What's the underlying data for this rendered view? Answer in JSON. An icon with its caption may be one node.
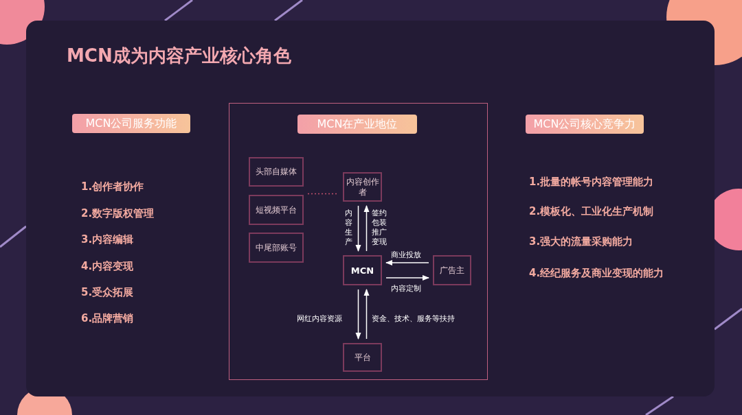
{
  "diagram": {
    "title": "MCN成为内容产业核心角色",
    "nodes": [
      {
        "text": [
          "MCN公司服务功能"
        ]
      },
      {
        "text": [],
        "shape": "box"
      },
      {
        "text": [
          "MCN在产业地位"
        ],
        "in": 1
      },
      {
        "text": [
          "MCN公司核心竞争力"
        ]
      },
      {
        "text": [
          "头部自媒体"
        ],
        "in": 1
      },
      {
        "text": [
          "短视频平台"
        ],
        "in": 1
      },
      {
        "text": [
          "中尾部账号"
        ],
        "in": 1
      },
      {
        "text": [
          "内容创作者"
        ],
        "in": 1
      },
      {
        "text": [
          "MCN"
        ],
        "in": 1
      },
      {
        "text": [
          "广告主"
        ],
        "in": 1
      },
      {
        "text": [
          "平台"
        ],
        "in": 1
      }
    ],
    "edges": [
      {
        "from": 4,
        "to": 7,
        "arrow": "none",
        "style": "dashed",
        "color": "#c0506e"
      },
      {
        "from": 7,
        "to": 8,
        "arrow": "to",
        "label": "内容生产"
      },
      {
        "from": 8,
        "to": 7,
        "arrow": "to",
        "label": "签约包装推广变现"
      },
      {
        "from": 9,
        "to": 8,
        "arrow": "to",
        "label": "商业投放"
      },
      {
        "from": 8,
        "to": 9,
        "arrow": "to",
        "label": "内容定制"
      },
      {
        "from": 8,
        "to": 10,
        "arrow": "to",
        "label": "网红内容资源"
      },
      {
        "from": 10,
        "to": 8,
        "arrow": "to",
        "label": "资金、技术、服务等扶持"
      }
    ],
    "labels": [
      "1.创作者协作",
      "2.数字版权管理",
      "3.内容编辑",
      "4.内容变现",
      "5.受众拓展",
      "6.品牌营销",
      "1.批量的帐号内容管理能力",
      "2.模板化、工业化生产机制",
      "3.强大的流量采购能力",
      "4.经纪服务及商业变现的能力"
    ]
  }
}
